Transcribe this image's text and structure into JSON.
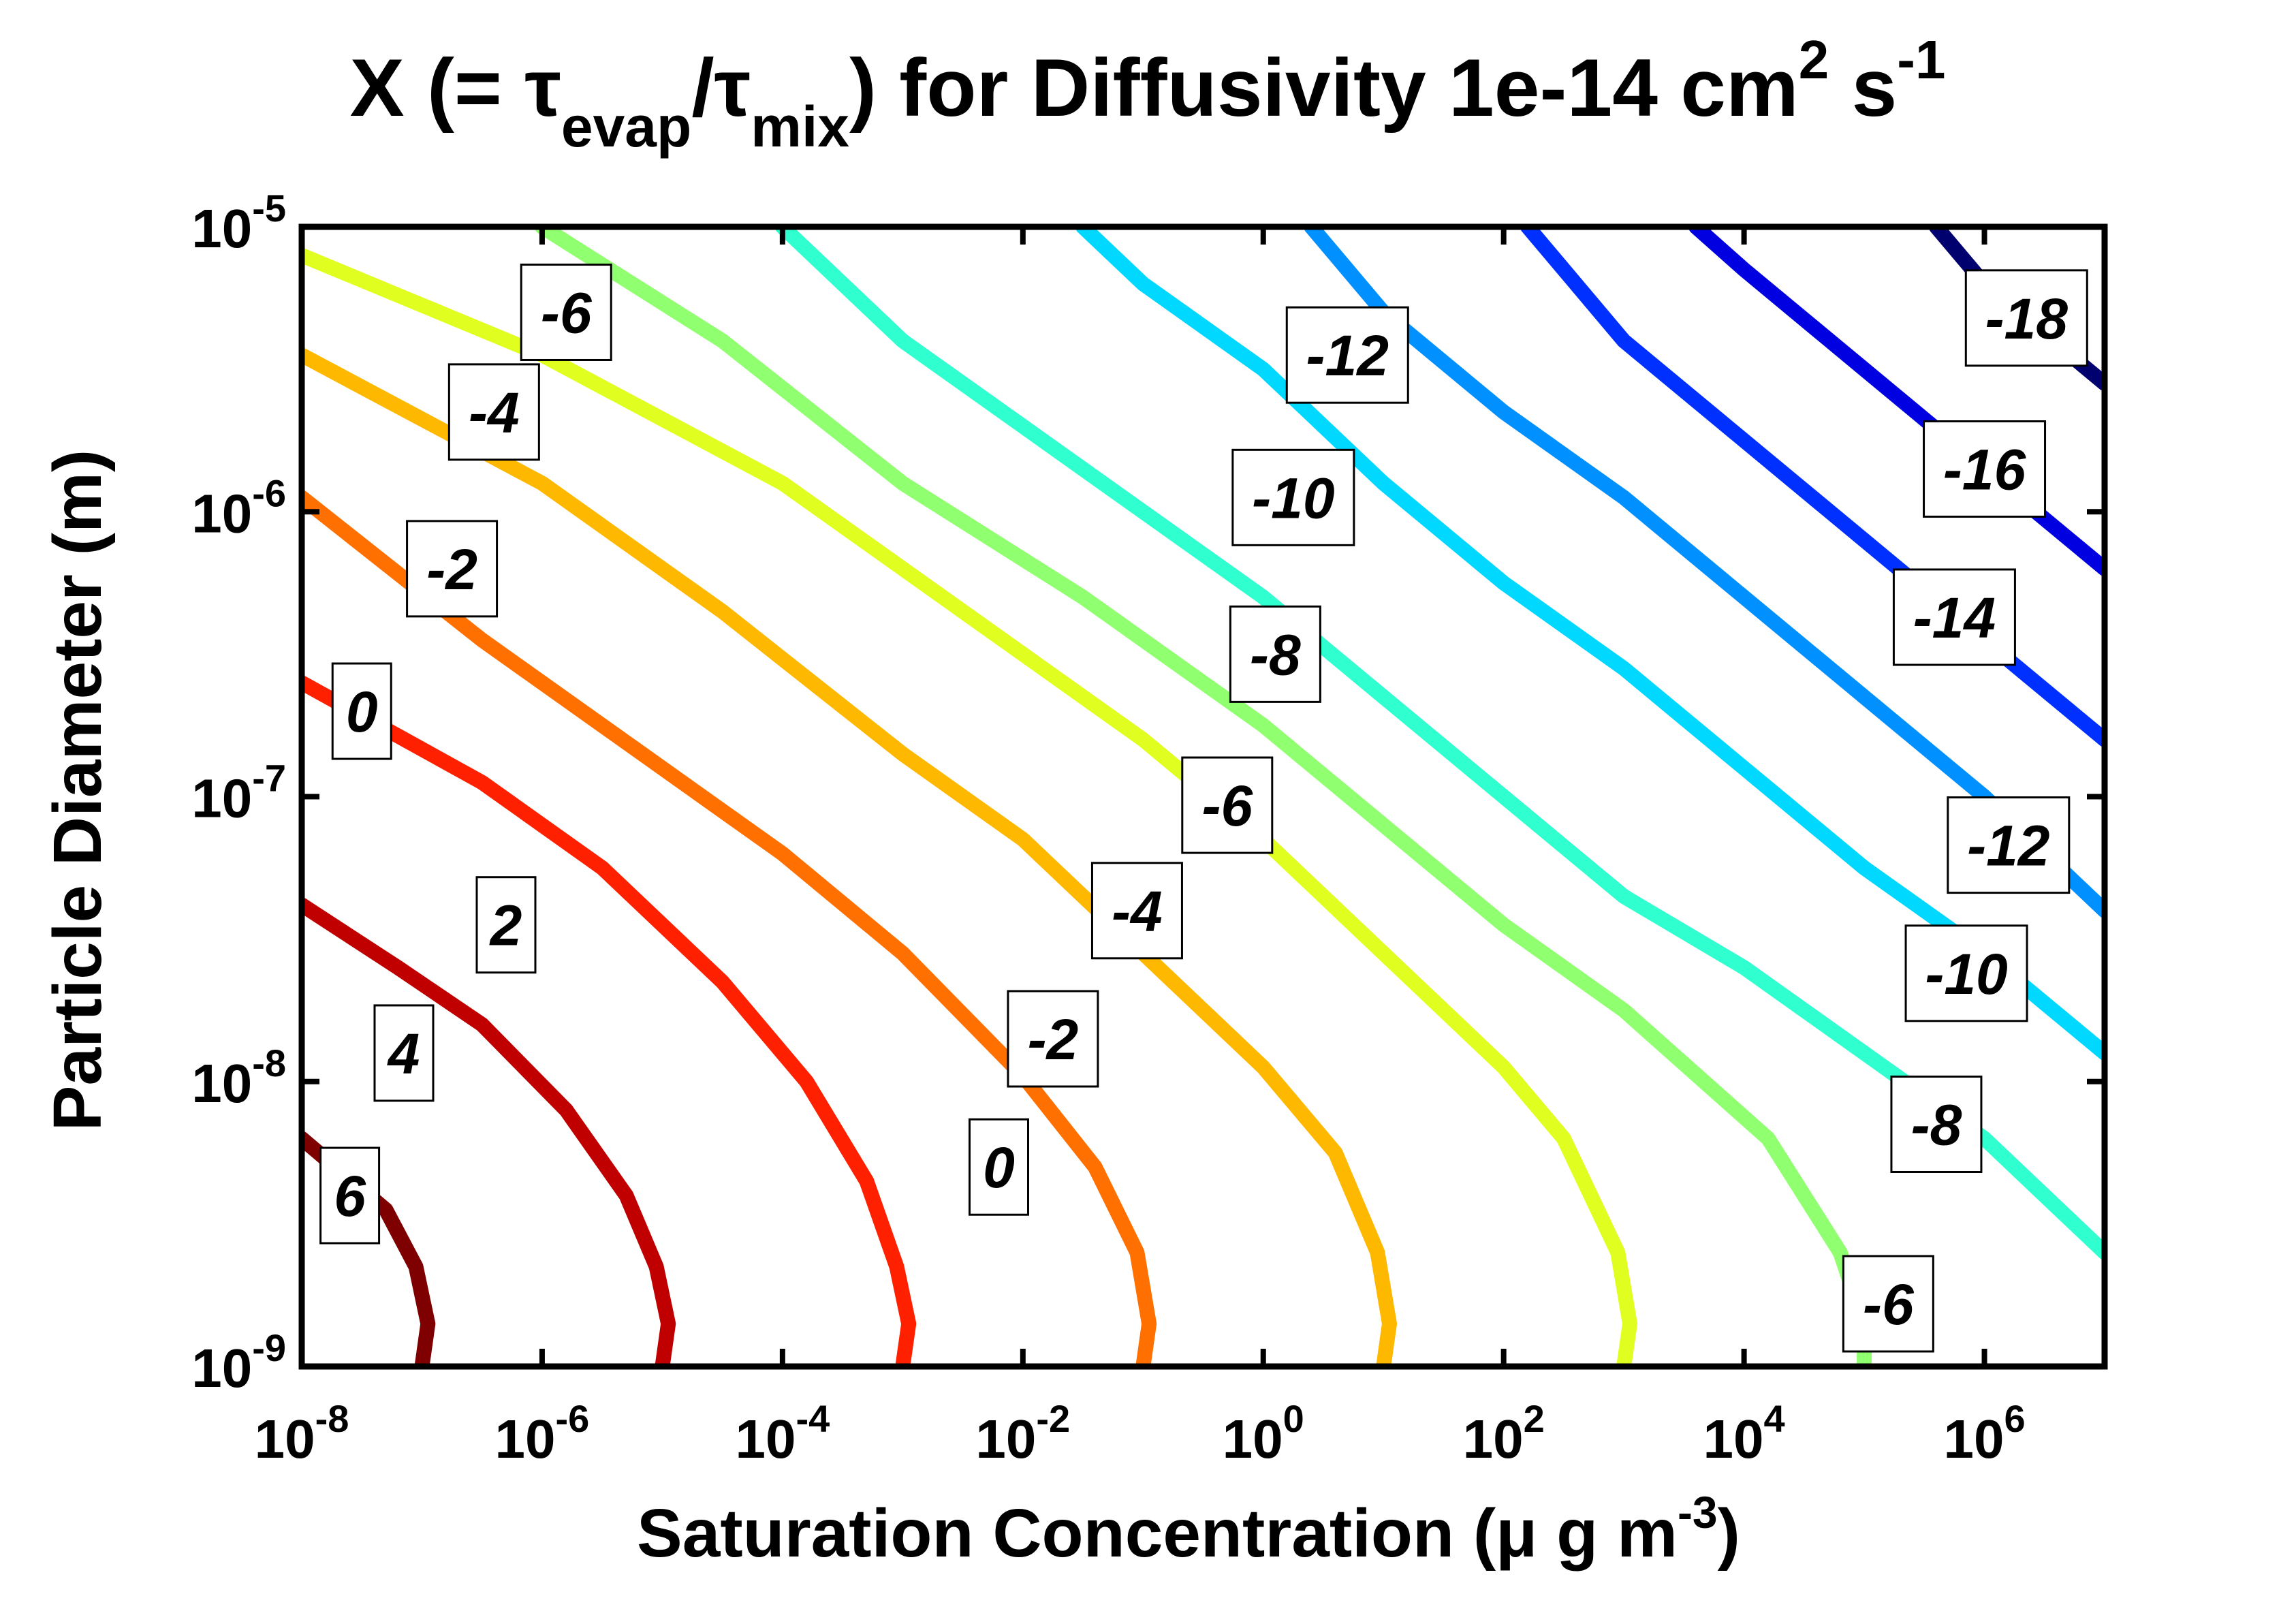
{
  "title": {
    "prefix": "X (= τ",
    "sub1": "evap",
    "slash": "/τ",
    "sub2": "mix",
    "middle": ") for Diffusivity 1e-14 cm",
    "sup1": "2",
    "middle2": " s",
    "sup2": "-1"
  },
  "axes": {
    "xlabel": {
      "main": "Saturation Concentration (μ g m",
      "sup": "-3",
      "close": ")"
    },
    "ylabel": "Particle Diameter (m)"
  },
  "chart_data": {
    "type": "contour",
    "title": "X (= τevap/τmix) for Diffusivity 1e-14 cm2 s-1",
    "xlabel": "Saturation Concentration (μ g m-3)",
    "ylabel": "Particle Diameter (m)",
    "x_scale": "log",
    "y_scale": "log",
    "xlim_log10": [
      -8,
      7
    ],
    "ylim_log10": [
      -9,
      -5
    ],
    "x_ticks": [
      "10",
      "10",
      "10",
      "10",
      "10",
      "10",
      "10",
      "10"
    ],
    "x_tick_exponents": [
      "-8",
      "-6",
      "-4",
      "-2",
      "0",
      "2",
      "4",
      "6"
    ],
    "x_tick_values_log10": [
      -8,
      -6,
      -4,
      -2,
      0,
      2,
      4,
      6
    ],
    "y_ticks": [
      "10",
      "10",
      "10",
      "10",
      "10"
    ],
    "y_tick_exponents": [
      "-9",
      "-8",
      "-7",
      "-6",
      "-5"
    ],
    "y_tick_values_log10": [
      -9,
      -8,
      -7,
      -6,
      -5
    ],
    "grid": false,
    "levels": [
      {
        "level": 6,
        "color": "#7f0000",
        "points": [
          [
            -7.0,
            -9.0
          ],
          [
            -6.95,
            -8.85
          ],
          [
            -7.05,
            -8.65
          ],
          [
            -7.3,
            -8.45
          ],
          [
            -8.0,
            -8.2
          ]
        ]
      },
      {
        "level": 4,
        "color": "#c00000",
        "points": [
          [
            -5.0,
            -9.0
          ],
          [
            -4.95,
            -8.85
          ],
          [
            -5.05,
            -8.65
          ],
          [
            -5.3,
            -8.4
          ],
          [
            -5.8,
            -8.1
          ],
          [
            -6.5,
            -7.8
          ],
          [
            -7.2,
            -7.6
          ],
          [
            -8.0,
            -7.38
          ]
        ]
      },
      {
        "level": 2,
        "color": "#ff2000",
        "points": [
          [
            -3.0,
            -9.0
          ],
          [
            -2.95,
            -8.85
          ],
          [
            -3.05,
            -8.65
          ],
          [
            -3.3,
            -8.35
          ],
          [
            -3.8,
            -8.0
          ],
          [
            -4.5,
            -7.65
          ],
          [
            -5.5,
            -7.25
          ],
          [
            -6.5,
            -6.95
          ],
          [
            -8.0,
            -6.6
          ]
        ]
      },
      {
        "level": 0,
        "color": "#ff7000",
        "points": [
          [
            -1.0,
            -9.0
          ],
          [
            -0.95,
            -8.85
          ],
          [
            -1.05,
            -8.6
          ],
          [
            -1.4,
            -8.3
          ],
          [
            -2.0,
            -7.98
          ],
          [
            -3.0,
            -7.55
          ],
          [
            -4.0,
            -7.2
          ],
          [
            -5.0,
            -6.9
          ],
          [
            -6.5,
            -6.45
          ],
          [
            -8.0,
            -5.95
          ]
        ]
      },
      {
        "level": -2,
        "color": "#ffb800",
        "points": [
          [
            1.0,
            -9.0
          ],
          [
            1.05,
            -8.85
          ],
          [
            0.95,
            -8.6
          ],
          [
            0.6,
            -8.25
          ],
          [
            0.0,
            -7.95
          ],
          [
            -1.0,
            -7.55
          ],
          [
            -2.0,
            -7.15
          ],
          [
            -3.0,
            -6.85
          ],
          [
            -4.5,
            -6.35
          ],
          [
            -6.0,
            -5.9
          ],
          [
            -8.0,
            -5.45
          ]
        ]
      },
      {
        "level": -4,
        "color": "#e0ff20",
        "points": [
          [
            3.0,
            -9.0
          ],
          [
            3.05,
            -8.85
          ],
          [
            2.95,
            -8.6
          ],
          [
            2.5,
            -8.2
          ],
          [
            2.0,
            -7.95
          ],
          [
            1.0,
            -7.55
          ],
          [
            0.0,
            -7.15
          ],
          [
            -1.0,
            -6.8
          ],
          [
            -2.5,
            -6.35
          ],
          [
            -4.0,
            -5.9
          ],
          [
            -6.0,
            -5.45
          ],
          [
            -8.0,
            -5.1
          ]
        ]
      },
      {
        "level": -6,
        "color": "#90ff70",
        "points": [
          [
            5.0,
            -9.0
          ],
          [
            5.0,
            -8.85
          ],
          [
            4.8,
            -8.6
          ],
          [
            4.2,
            -8.2
          ],
          [
            3.0,
            -7.75
          ],
          [
            2.0,
            -7.45
          ],
          [
            1.0,
            -7.1
          ],
          [
            0.0,
            -6.75
          ],
          [
            -1.5,
            -6.3
          ],
          [
            -3.0,
            -5.9
          ],
          [
            -4.5,
            -5.4
          ],
          [
            -6.0,
            -5.0
          ]
        ]
      },
      {
        "level": -8,
        "color": "#30ffd0",
        "points": [
          [
            7.0,
            -8.6
          ],
          [
            6.0,
            -8.2
          ],
          [
            5.0,
            -7.9
          ],
          [
            4.0,
            -7.6
          ],
          [
            3.0,
            -7.35
          ],
          [
            2.0,
            -7.0
          ],
          [
            1.0,
            -6.65
          ],
          [
            0.0,
            -6.3
          ],
          [
            -1.5,
            -5.85
          ],
          [
            -3.0,
            -5.4
          ],
          [
            -4.0,
            -5.0
          ]
        ]
      },
      {
        "level": -10,
        "color": "#00d8ff",
        "points": [
          [
            7.0,
            -7.9
          ],
          [
            6.0,
            -7.55
          ],
          [
            5.0,
            -7.25
          ],
          [
            4.0,
            -6.9
          ],
          [
            3.0,
            -6.55
          ],
          [
            2.0,
            -6.25
          ],
          [
            1.0,
            -5.9
          ],
          [
            0.0,
            -5.5
          ],
          [
            -1.0,
            -5.2
          ],
          [
            -1.5,
            -5.0
          ]
        ]
      },
      {
        "level": -12,
        "color": "#0090ff",
        "points": [
          [
            7.0,
            -7.4
          ],
          [
            6.0,
            -7.0
          ],
          [
            5.0,
            -6.65
          ],
          [
            4.0,
            -6.3
          ],
          [
            3.0,
            -5.95
          ],
          [
            2.0,
            -5.65
          ],
          [
            1.0,
            -5.3
          ],
          [
            0.4,
            -5.0
          ]
        ]
      },
      {
        "level": -14,
        "color": "#0030ff",
        "points": [
          [
            7.0,
            -6.8
          ],
          [
            6.0,
            -6.45
          ],
          [
            5.0,
            -6.1
          ],
          [
            4.0,
            -5.75
          ],
          [
            3.0,
            -5.4
          ],
          [
            2.2,
            -5.0
          ]
        ]
      },
      {
        "level": -16,
        "color": "#0000e0",
        "points": [
          [
            7.0,
            -6.2
          ],
          [
            6.0,
            -5.85
          ],
          [
            5.0,
            -5.5
          ],
          [
            4.0,
            -5.15
          ],
          [
            3.6,
            -5.0
          ]
        ]
      },
      {
        "level": -18,
        "color": "#00006f",
        "points": [
          [
            7.0,
            -5.55
          ],
          [
            6.0,
            -5.2
          ],
          [
            5.6,
            -5.0
          ]
        ]
      }
    ],
    "contour_labels": [
      {
        "text": "6",
        "x": -7.6,
        "y": -8.4
      },
      {
        "text": "4",
        "x": -7.15,
        "y": -7.9
      },
      {
        "text": "2",
        "x": -6.3,
        "y": -7.45
      },
      {
        "text": "0",
        "x": -7.5,
        "y": -6.7
      },
      {
        "text": "-2",
        "x": -6.75,
        "y": -6.2
      },
      {
        "text": "-4",
        "x": -6.4,
        "y": -5.65
      },
      {
        "text": "-6",
        "x": -5.8,
        "y": -5.3
      },
      {
        "text": "-12",
        "x": 0.7,
        "y": -5.45
      },
      {
        "text": "-10",
        "x": 0.25,
        "y": -5.95
      },
      {
        "text": "-8",
        "x": 0.1,
        "y": -6.5
      },
      {
        "text": "-6",
        "x": -0.3,
        "y": -7.03
      },
      {
        "text": "-4",
        "x": -1.05,
        "y": -7.4
      },
      {
        "text": "-2",
        "x": -1.75,
        "y": -7.85
      },
      {
        "text": "0",
        "x": -2.2,
        "y": -8.3
      },
      {
        "text": "-18",
        "x": 6.35,
        "y": -5.32
      },
      {
        "text": "-16",
        "x": 6.0,
        "y": -5.85
      },
      {
        "text": "-14",
        "x": 5.75,
        "y": -6.37
      },
      {
        "text": "-12",
        "x": 6.2,
        "y": -7.17
      },
      {
        "text": "-10",
        "x": 5.85,
        "y": -7.62
      },
      {
        "text": "-8",
        "x": 5.6,
        "y": -8.15
      },
      {
        "text": "-6",
        "x": 5.2,
        "y": -8.78
      }
    ]
  }
}
